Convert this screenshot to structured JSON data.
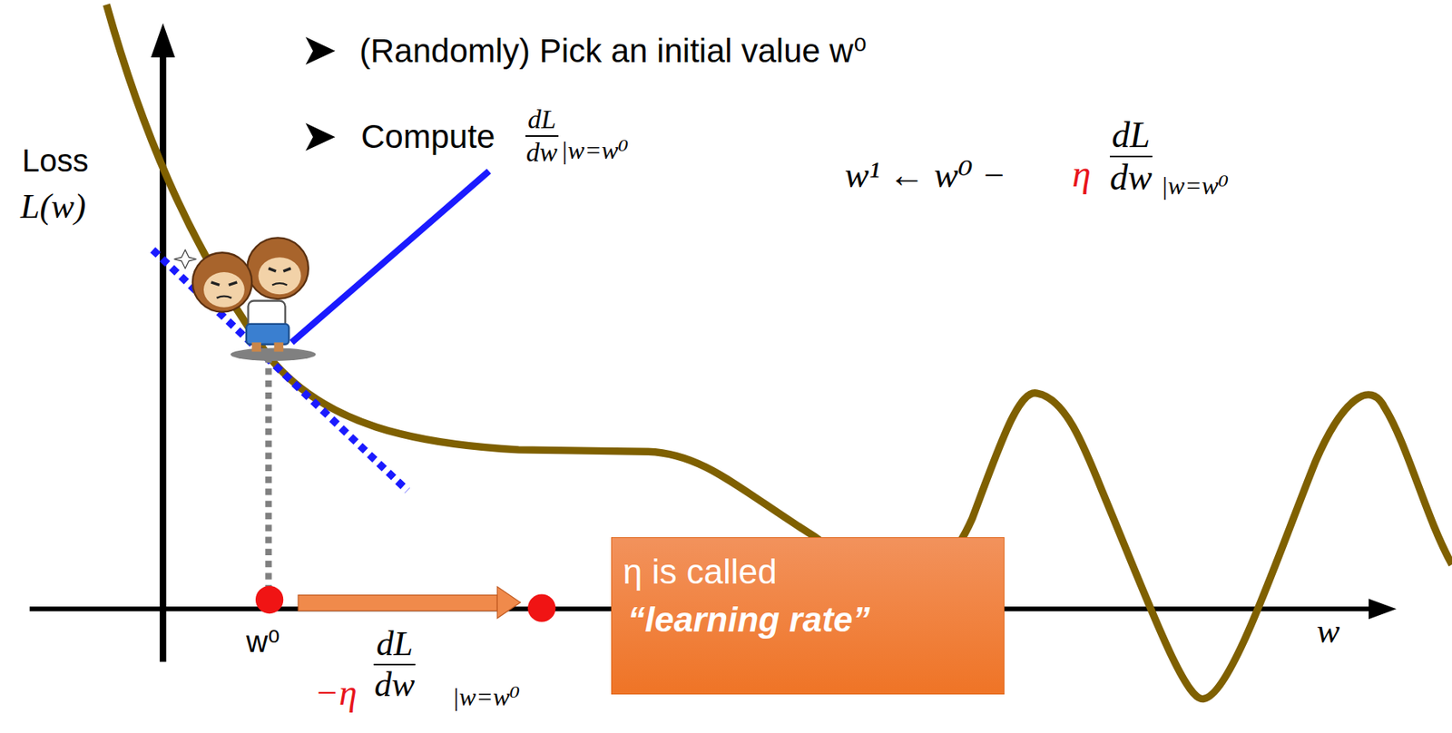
{
  "diagram": {
    "nodes": [
      {
        "text": [
          "η is called",
          "“learning rate”"
        ]
      }
    ],
    "labels": [
      "(Randomly) Pick an initial value w⁰",
      "Compute",
      "dL",
      "dw",
      "|w=w⁰",
      "w¹ ← w⁰ −",
      "η",
      "dL",
      "dw",
      "|w=w⁰",
      "Loss",
      "L(w)",
      "w⁰",
      "w",
      "−η",
      "dL",
      "dw",
      "|w=w⁰"
    ]
  }
}
